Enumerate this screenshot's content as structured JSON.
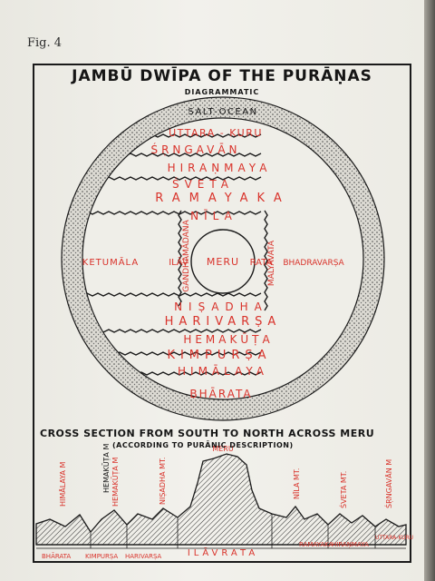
{
  "figure_label": "Fig. 4",
  "title": "JAMBŪ DWĪPA OF THE PURĀṆAS",
  "subtitle": "DIAGRAMMATIC",
  "ocean_label": "SALT-OCEAN",
  "northern_regions": [
    "UTTARA - KURU",
    "ŚṚNGAVĀN",
    "HIRAṆMAYA",
    "ŚVETA",
    "RAMAYAKA",
    "NĪLA"
  ],
  "center": {
    "west": "KETUMĀLA",
    "ilavrata_left": "ILĀV",
    "meru": "MERU",
    "ilavrata_right": "RATA",
    "east": "BHADRAVARṢA",
    "gandhamadana": "GANDHAMĀDANA",
    "malyavata": "MALYAVATA"
  },
  "southern_regions": [
    "NIṢADHA",
    "HARIVARṢA",
    "HEMAKŪṬA",
    "KIMPURṢA",
    "HIMĀLAYA",
    "BHĀRATA"
  ],
  "cross_section": {
    "title": "CROSS SECTION   FROM SOUTH TO NORTH ACROSS MERU",
    "subtitle": "(ACCORDING TO PURĀNIC DESCRIPTION)",
    "peaks": [
      "HIMĀLAYA M",
      "HEMAKŪṬA M",
      "NIṢADHA MT.",
      "MERU",
      "NĪLA MT.",
      "ŚVETA MT.",
      "ŚṚNGAVĀN M"
    ],
    "bottom_left": [
      "BHĀRATA",
      "KIMPURṢA",
      "HARIVARṢA"
    ],
    "bottom_center": "ILĀVRATA",
    "bottom_right": [
      "RAMAYAKA",
      "HIRAṆMAYA",
      "UTTARA-KURU"
    ]
  }
}
